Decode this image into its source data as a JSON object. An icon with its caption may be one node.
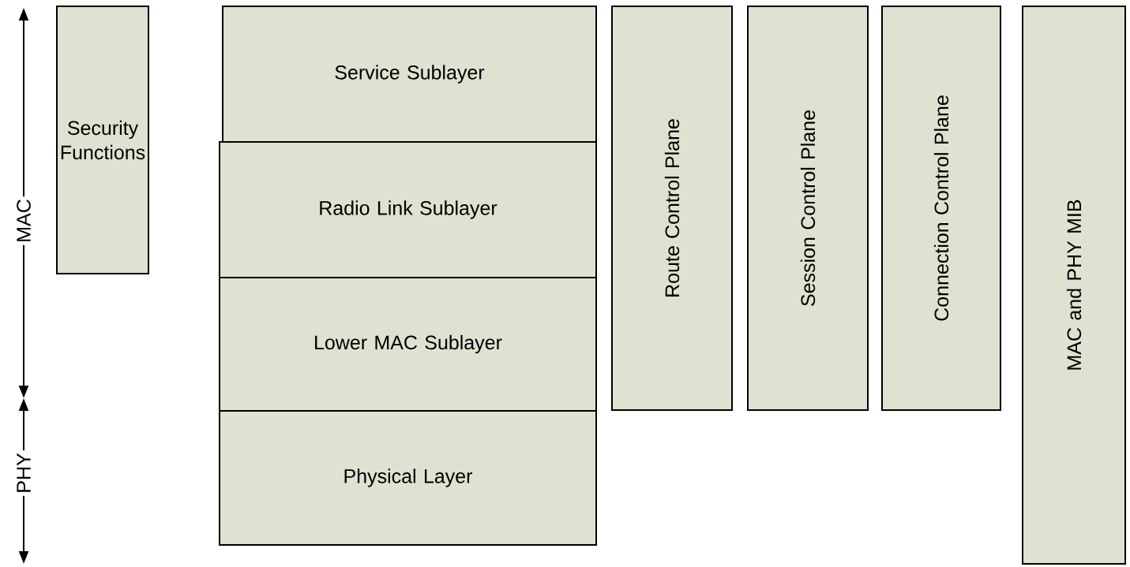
{
  "diagram": {
    "nodes": [
      {
        "text": [
          "Security Functions"
        ]
      },
      {
        "text": [
          "Service Sublayer"
        ]
      },
      {
        "text": [
          "Radio Link Sublayer"
        ]
      },
      {
        "text": [
          "Lower MAC Sublayer"
        ]
      },
      {
        "text": [
          "Physical Layer"
        ]
      },
      {
        "text": [
          "Route Control Plane"
        ]
      },
      {
        "text": [
          "Session Control Plane"
        ]
      },
      {
        "text": [
          "Connection Control Plane"
        ]
      },
      {
        "text": [
          "MAC and PHY MIB"
        ]
      }
    ],
    "labels": [
      "MAC",
      "PHY"
    ]
  }
}
